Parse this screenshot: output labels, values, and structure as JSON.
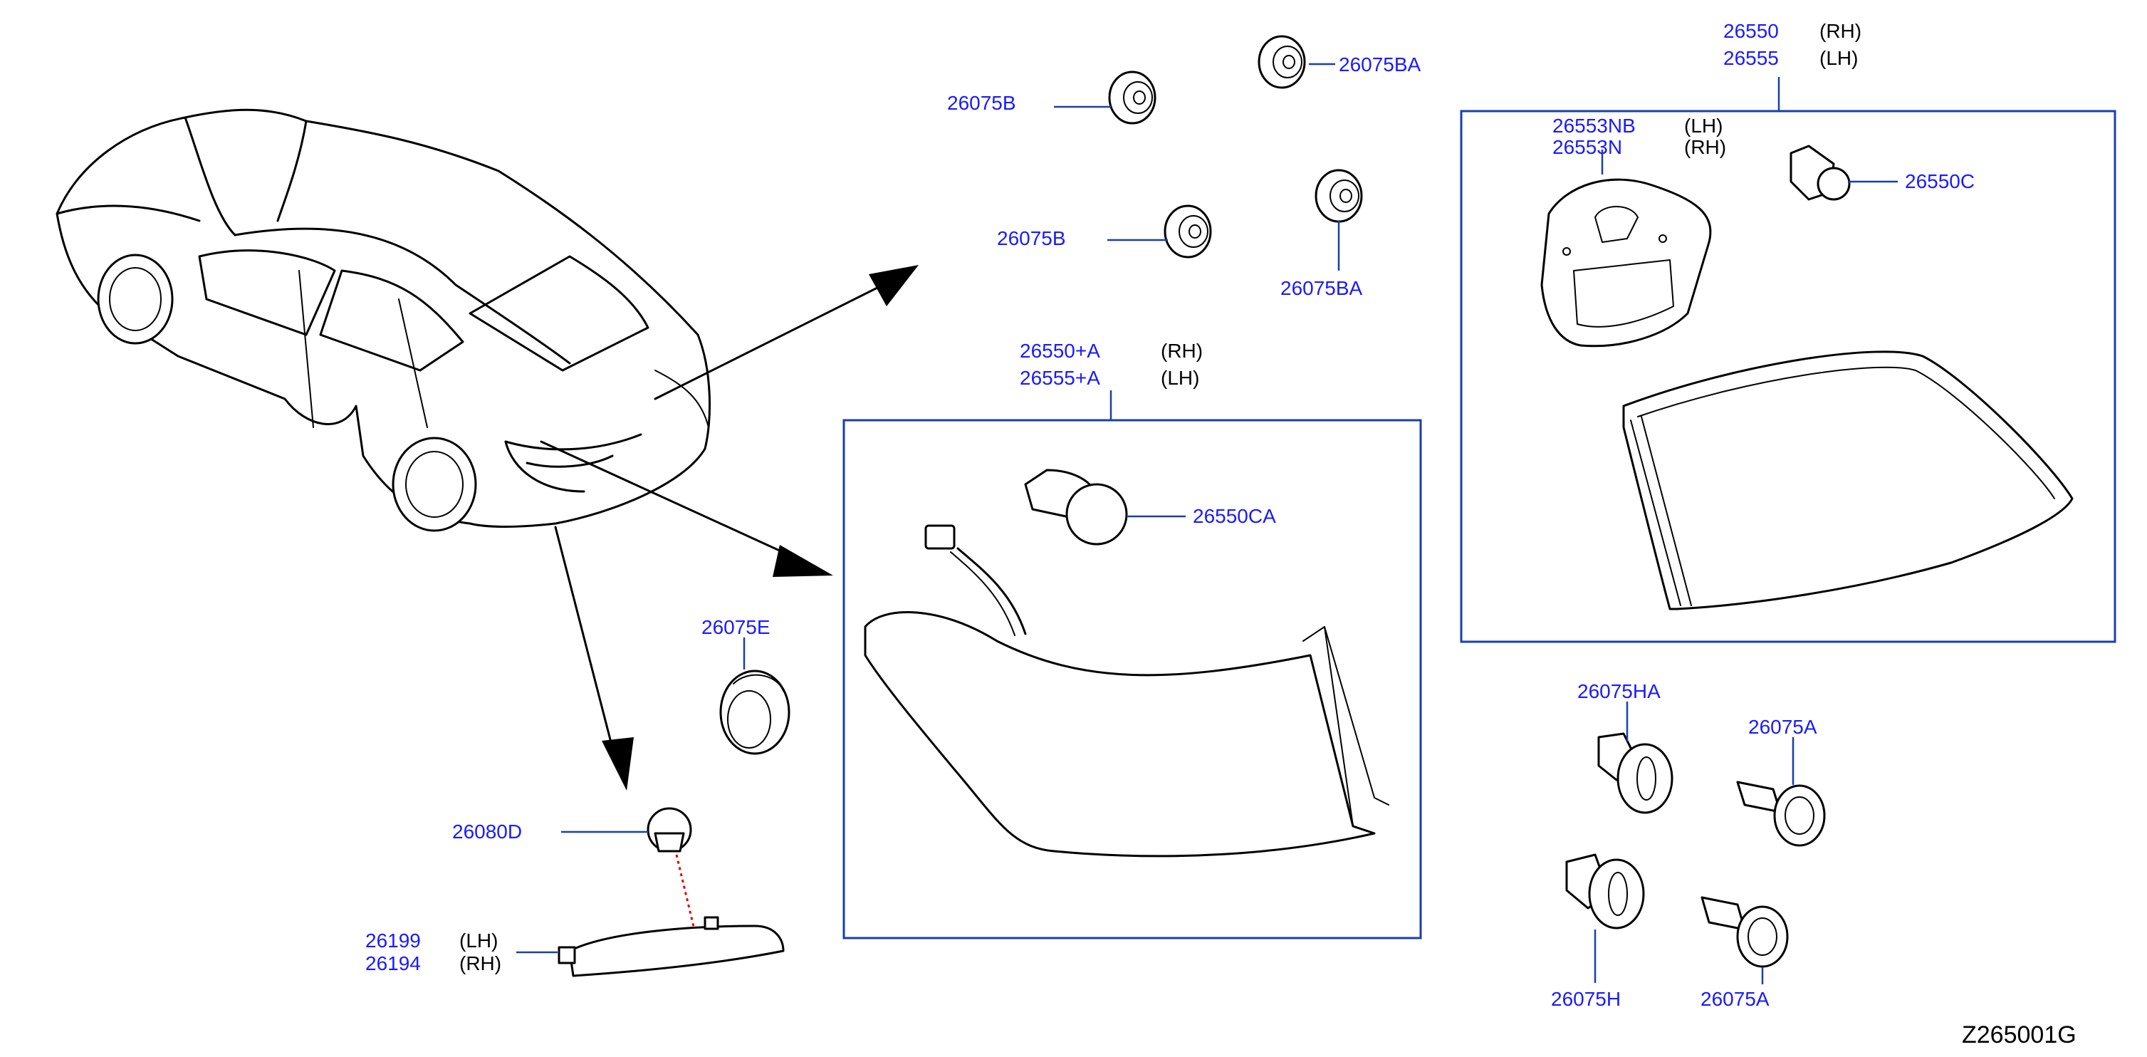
{
  "diagram_code": "Z265001G",
  "parts": {
    "p26075B_top": "26075B",
    "p26075BA_top": "26075BA",
    "p26075B_mid": "26075B",
    "p26075BA_mid": "26075BA",
    "p26550_main": "26550",
    "p26550_main_side": "(RH)",
    "p26555_main": "26555",
    "p26555_main_side": "(LH)",
    "p26553NB": "26553NB",
    "p26553NB_side": "(LH)",
    "p26553N": "26553N",
    "p26553N_side": "(RH)",
    "p26550C": "26550C",
    "p26550A": "26550+A",
    "p26550A_side": "(RH)",
    "p26555A": "26555+A",
    "p26555A_side": "(LH)",
    "p26550CA": "26550CA",
    "p26075E": "26075E",
    "p26080D": "26080D",
    "p26199": "26199",
    "p26199_side": "(LH)",
    "p26194": "26194",
    "p26194_side": "(RH)",
    "p26075HA": "26075HA",
    "p26075A_top": "26075A",
    "p26075H": "26075H",
    "p26075A_bot": "26075A"
  }
}
